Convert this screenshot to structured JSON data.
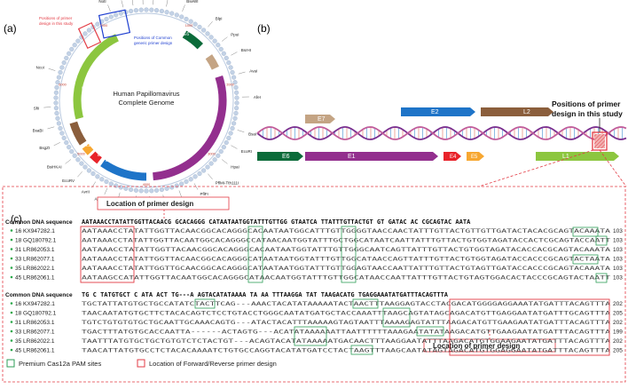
{
  "panels": {
    "a_label": "(a)",
    "b_label": "(b)",
    "c_label": "(c)"
  },
  "panel_a": {
    "center_title_lines": [
      "Human Papillomavirus",
      "Complete Genome"
    ],
    "red_note": [
      "Positions of primer",
      "design in this study"
    ],
    "blue_note": [
      "Positions of Common",
      "generic primer design"
    ],
    "restriction_sites": [
      "NotI",
      "ApaLI",
      "SphI",
      "AflII-XmaI",
      "HindII",
      "Tsp45I",
      "BseWI",
      "BlpI",
      "PpuI",
      "BsrHI",
      "AvaI",
      "AfeI",
      "BsaI",
      "EcoRI",
      "HpaI",
      "PflMI-Tth111I",
      "PflFI",
      "BstAPI",
      "AatII",
      "BsmFI-XcmI",
      "XmnI",
      "PspOMI",
      "ApaI",
      "AvrII",
      "EcoRV",
      "BsiHKAI",
      "BsgZI",
      "BsaBI",
      "SfiI",
      "NcoI"
    ],
    "positions": [
      "1000",
      "2000",
      "3000",
      "4000",
      "5000",
      "6000",
      "7000"
    ],
    "genes": [
      "L1",
      "L2",
      "E1",
      "E2",
      "E4",
      "E5",
      "E6",
      "E7"
    ]
  },
  "panel_b": {
    "note": [
      "Positions of primer",
      "design in this study"
    ],
    "genes": [
      "E7",
      "E6",
      "E1",
      "E2",
      "E4",
      "E5",
      "L2",
      "L1"
    ]
  },
  "panel_c": {
    "callout_top": "Location of primer design",
    "callout_bottom": "Location of primer design",
    "block1": {
      "common_label": "Common DNA sequence",
      "common_seq": "AATAAACCTATATTGGTTACAACG GCACAGGG CATAATAATGGTATTTGTTGG GTAATCA TTATTTGTTACTGT GT GATAC AC CGCAGTAC AATA",
      "rows": [
        {
          "name": "16 KX947282.1",
          "seq": "AATAAACCTATATTGGTTACAACGGCACAGGGCACAATAATGGCATTTGTTGGGGTAACCAACTATTTGTTACTGTTGTTGATACTACACGCAGTACAAATA",
          "num": "103"
        },
        {
          "name": "18 GQ180792.1",
          "seq": "AATAAACCTATATTGGTTACAATGGCACAGGGCCATAACAATGGTATTTGCTGGCATAATCAATTATTTGTTACTGTGGTAGATACCACTCGCAGTACCAATT",
          "num": "103"
        },
        {
          "name": "31 LR862053.1",
          "seq": "AATAAACCTATATTGGTTACAACGGCACAGGGCACAATAATGGTATTTGTTGGGCAATCAGTTATTTGTTACTGTGGTAGATACACCACGCAGTACAAATA",
          "num": "103"
        },
        {
          "name": "33 LR862077.1",
          "seq": "AATAAACCTATATTGGTTACAACGGCACAGGGCATAATAATGGTATTTGTTGGCATAACCAGTTATTTGTTACTGTGGTAGATACCACCCGCAGTACTAATA",
          "num": "103"
        },
        {
          "name": "35 LR862022.1",
          "seq": "AATAAACCTATATTGGTTGCAACGGCACAGGGCATAATAATGGTATTTGTTGGAGTAACCAATTATTTGTTACTGTAGTTGATACCACCCGCAGTACAAATA",
          "num": "103"
        },
        {
          "name": "45 LR862061.1",
          "seq": "AATAAGCCATATTGGTTACAATGGCACAGGGCATAACAATGGTATTTGTTGGCATAACCAATTATTTGTTACTGTAGTGGACACTACCCGCAGTACTAATT",
          "num": "103"
        }
      ]
    },
    "block2": {
      "common_label": "Common DNA sequence",
      "common_seq": "TG C TATGTGCT C ATA ACT TG---A AGTACATATAAAA TA AA TTTAAGGA TAT TAAGACATG TGAGGAAATATGATTTACAGTTTA",
      "rows": [
        {
          "name": "16 KX947282.1",
          "seq": "TGCTATTATGTGCTGCCATATCTACTTCAG---AAACTACATATAAAAATACTAACTTTAAGGAGTACCTACGACATGGGGAGGAAATATGATTTACAGTTTA",
          "num": "202"
        },
        {
          "name": "18 GQ180792.1",
          "seq": "TAACAATATGTGCTTCTACACAGTCTCCTGTACCTGGGCAATATGATGCTACCAAATTTAAGCAGTATAGCAGACATGTTGAGGAATATGATTTGCAGTTTA",
          "num": "205"
        },
        {
          "name": "31 LR862053.1",
          "seq": "TGTCTGTGTGTGCTGCAATTGCAAACAGTG---ATACTACATTTAAAAAGTAGTAATTTAAAAGAGTATTTAAGACATGTTGAAGAATATGATTTACAGTTTA",
          "num": "202"
        },
        {
          "name": "33 LR862077.1",
          "seq": "TGACTTTATGTGCACCAATTA------ACTAGTG---ACATATAAAAAATTAATTTTTTAAAGAATATATAAGACATGTTGAAGAATATGATTTACAGTTTA",
          "num": "199"
        },
        {
          "name": "35 LR862022.1",
          "seq": "TAATTTATGTGCTGCTGTGTCTCTACTGT---ACAGTACATATAAAAATGACAACTTTAAGGAATATTTAAGACATGTGGAAGAATATGATTTACAGTTTA",
          "num": "202"
        },
        {
          "name": "45 LR862061.1",
          "seq": "TAACATTATGTGCCTCTACACAAAATCTGTGCCAGGTACATATGATCCTACTAAGTTTAAGCAATATAGTAGACATGTGGAGGAATATGATTTACAGTTTA",
          "num": "205"
        }
      ]
    },
    "legend": {
      "pam": "Premium Cas12a PAM sites",
      "primer": "Location of Forward/Reverse primer design"
    }
  },
  "colors": {
    "l1": "#8cc63f",
    "l2": "#8b5e3c",
    "e1": "#932f8e",
    "e2": "#1e74c8",
    "e4": "#e8232a",
    "e5": "#f7a731",
    "e6": "#0b6b3a",
    "e7": "#c4a484",
    "pam": "#2e9e57",
    "primer": "#e33b44"
  }
}
